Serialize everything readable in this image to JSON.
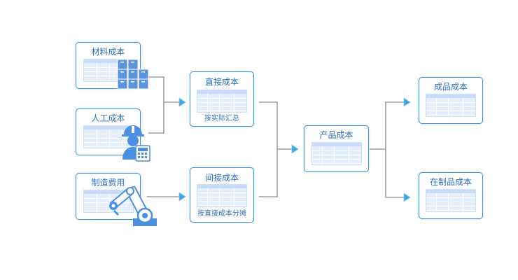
{
  "diagram": {
    "inputs": [
      {
        "id": "material",
        "title": "材料成本",
        "icon": "boxes-icon"
      },
      {
        "id": "labor",
        "title": "人工成本",
        "icon": "worker-icon"
      },
      {
        "id": "manufacturing",
        "title": "制造费用",
        "icon": "robot-arm-icon"
      }
    ],
    "middle": [
      {
        "id": "direct",
        "title": "直接成本",
        "subtitle": "按实际汇总"
      },
      {
        "id": "indirect",
        "title": "间接成本",
        "subtitle": "按直接成本分摊"
      }
    ],
    "center": {
      "id": "product",
      "title": "产品成本"
    },
    "outputs": [
      {
        "id": "finished",
        "title": "成品成本"
      },
      {
        "id": "wip",
        "title": "在制品成本"
      }
    ],
    "edges": [
      [
        "material",
        "direct"
      ],
      [
        "labor",
        "direct"
      ],
      [
        "manufacturing",
        "indirect"
      ],
      [
        "direct",
        "product"
      ],
      [
        "indirect",
        "product"
      ],
      [
        "product",
        "finished"
      ],
      [
        "product",
        "wip"
      ]
    ],
    "colors": {
      "accent": "#3d8fe0",
      "text": "#2a6fc0",
      "connector": "#9e9e9e",
      "arrow": "#3aa8e8",
      "icon": "#4a8fe0"
    }
  }
}
